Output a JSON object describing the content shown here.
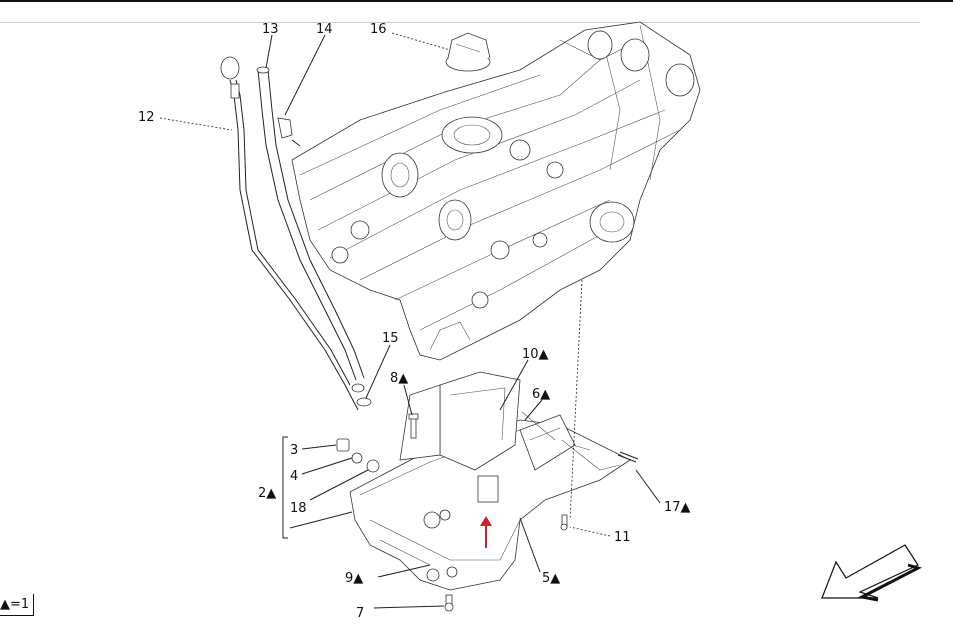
{
  "diagram": {
    "labels": {
      "p2": "2▲",
      "p3": "3",
      "p4": "4",
      "p5": "5▲",
      "p6": "6▲",
      "p7": "7",
      "p8": "8▲",
      "p9": "9▲",
      "p10": "10▲",
      "p11": "11",
      "p12": "12",
      "p13": "13",
      "p14": "14",
      "p15": "15",
      "p16": "16",
      "p17": "17▲",
      "p18": "18"
    },
    "legend": "▲=1",
    "colors": {
      "line": "#222222",
      "flow_arrow": "#d0202a",
      "background": "#ffffff"
    },
    "icons": {
      "flow": "red-up-arrow",
      "orientation": "direction-arrow"
    }
  }
}
